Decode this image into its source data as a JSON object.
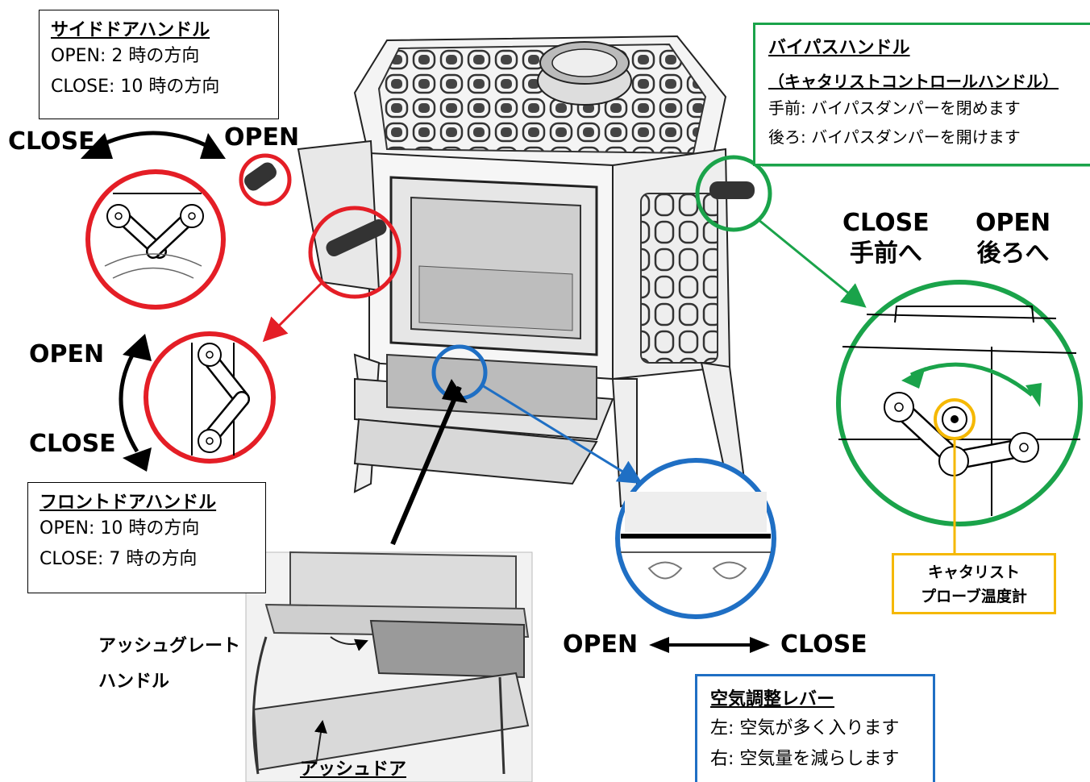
{
  "side_door": {
    "title": "サイドドアハンドル",
    "open": "OPEN: 2 時の方向",
    "close": "CLOSE: 10 時の方向",
    "label_close": "CLOSE",
    "label_open": "OPEN"
  },
  "front_door": {
    "title": "フロントドアハンドル",
    "open": "OPEN: 10 時の方向",
    "close": "CLOSE: 7 時の方向",
    "label_open": "OPEN",
    "label_close": "CLOSE"
  },
  "bypass": {
    "title": "バイパスハンドル",
    "subtitle": "（キャタリストコントロールハンドル）",
    "front": "手前: バイパスダンパーを閉めます",
    "back": "後ろ: バイパスダンパーを開けます",
    "close_label": "CLOSE",
    "close_dir": "手前へ",
    "open_label": "OPEN",
    "open_dir": "後ろへ"
  },
  "catalyst": {
    "line1": "キャタリスト",
    "line2": "プローブ温度計"
  },
  "air_lever": {
    "title": "空気調整レバー",
    "left": "左: 空気が多く入ります",
    "right": "右: 空気量を減らします",
    "open_label": "OPEN",
    "close_label": "CLOSE"
  },
  "ash": {
    "grate_handle_line1": "アッシュグレート",
    "grate_handle_line2": "ハンドル",
    "door": "アッシュドア"
  },
  "colors": {
    "red": "#e41e26",
    "green": "#1aa34a",
    "blue": "#1f6fc4",
    "orange": "#f5b800"
  }
}
